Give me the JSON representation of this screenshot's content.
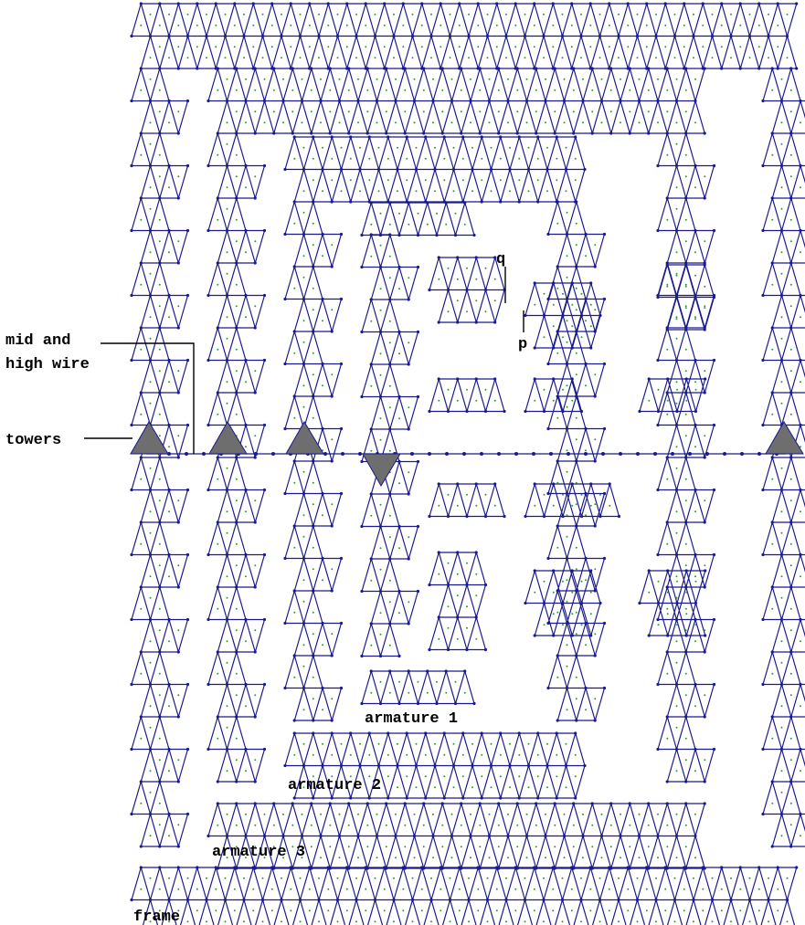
{
  "labels": {
    "mid_high_wire_line1": "mid and",
    "mid_high_wire_line2": "high wire",
    "towers": "towers",
    "q": "q",
    "p": "p",
    "armature1": "armature 1",
    "armature2": "armature 2",
    "armature3": "armature 3",
    "frame": "frame"
  },
  "colors": {
    "lattice_edge": "#1a1a8c",
    "lattice_node": "#1a1a8c",
    "center_dot": "#2e9b2e",
    "tower_fill": "#6e6e6e",
    "leader_line": "#000000",
    "background": "#ffffff"
  }
}
